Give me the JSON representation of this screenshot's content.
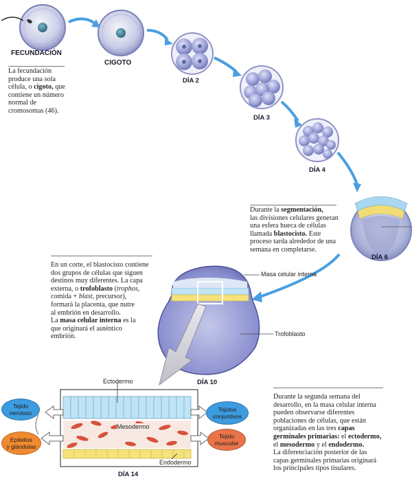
{
  "stages": {
    "fecundacion": "FECUNDACIÓN",
    "cigoto": "CIGOTO",
    "dia2": "DÍA 2",
    "dia3": "DÍA 3",
    "dia4": "DÍA 4",
    "dia6": "DÍA 6",
    "dia10": "DÍA 10",
    "dia14": "DÍA 14"
  },
  "texts": {
    "fecundacion": [
      {
        "t": "La fecundación",
        "b": false
      },
      {
        "t": "produce una sola",
        "b": false
      },
      {
        "t": "célula, o ",
        "b": false,
        "bold": "cigoto,",
        "rest": " que"
      },
      {
        "t": "contiene un número",
        "b": false
      },
      {
        "t": "normal de",
        "b": false
      },
      {
        "t": "cromosomas (46).",
        "b": false
      }
    ],
    "segmentacion": [
      "Durante la |segmentación,|",
      "las divisiones celulares generan",
      "una esfera hueca de células",
      "llamada |blastocisto.| Este",
      "proceso tarda alrededor de una",
      "semana en completarse."
    ],
    "corte": [
      "En un corte, el blastocisto contiene",
      "dos grupos de células que siguen",
      "destinos muy diferentes. La capa",
      "externa, o |trofoblasto| (*trophos,*",
      "comida + *blast,* precursor),",
      "formará la placenta, que nutre",
      "al embrión en desarrollo.",
      "La |masa celular interna| es la",
      "que originará el auténtico",
      "embrión."
    ],
    "segunda": [
      "Durante la segunda semana del",
      "desarrollo, en la masa celular interna",
      "pueden observarse diferentes",
      "poblaciones de células, que están",
      "organizadas en las tres |capas|",
      "|germinales primarias:| el |ectodermo,|",
      "el |mesodermo| y el |endodermo.|",
      "La diferenciación posterior de las",
      "capas germinales primarias originará",
      "los principales tipos tisulares."
    ]
  },
  "labels": {
    "masa_celular": "Masa celular interna",
    "trofoblasto": "Trofoblasto",
    "ectodermo": "Ectodermo",
    "mesodermo": "Mesodermo",
    "endodermo": "Endodermo"
  },
  "tissues": {
    "nervioso": "Tejido\nnervioso",
    "epitelios": "Epitelios\ny glándulas",
    "conjuntivos": "Tejidos\nconjuntivos",
    "muscular": "Tejido\nmuscular"
  },
  "colors": {
    "cell_purple": "#9a9fd6",
    "arrow_blue": "#4a9fe0",
    "ecto_blue": "#bfe4f6",
    "endo_yellow": "#f5e27a",
    "meso_red": "#d6523c",
    "tissue_blue": "#3d9be0",
    "tissue_orange": "#f08a30",
    "tissue_red": "#e8744a"
  }
}
